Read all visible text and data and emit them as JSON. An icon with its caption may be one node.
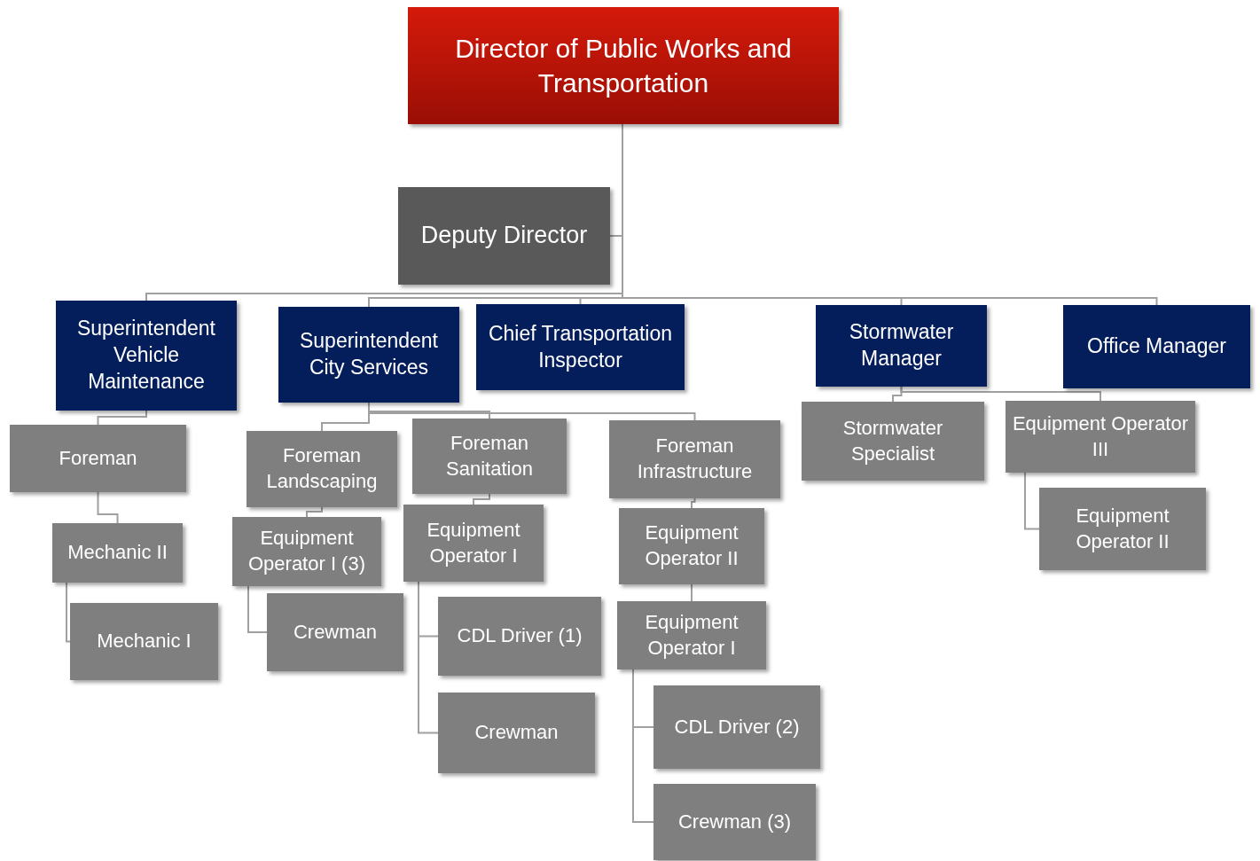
{
  "diagram": {
    "nodes": [
      {
        "text": [
          "Director of Public Works and Transportation"
        ]
      },
      {
        "text": [
          "Deputy Director"
        ]
      },
      {
        "text": [
          "Superintendent Vehicle Maintenance"
        ]
      },
      {
        "text": [
          "Superintendent City Services"
        ]
      },
      {
        "text": [
          "Chief Transportation Inspector"
        ]
      },
      {
        "text": [
          "Stormwater Manager"
        ]
      },
      {
        "text": [
          "Office Manager"
        ]
      },
      {
        "text": [
          "Foreman"
        ]
      },
      {
        "text": [
          "Mechanic II"
        ]
      },
      {
        "text": [
          "Mechanic I"
        ]
      },
      {
        "text": [
          "Foreman Landscaping"
        ]
      },
      {
        "text": [
          "Foreman Sanitation"
        ]
      },
      {
        "text": [
          "Foreman Infrastructure"
        ]
      },
      {
        "text": [
          "Equipment Operator I (3)"
        ]
      },
      {
        "text": [
          "Crewman"
        ]
      },
      {
        "text": [
          "Equipment Operator I"
        ]
      },
      {
        "text": [
          "CDL Driver (1)"
        ]
      },
      {
        "text": [
          "Crewman"
        ]
      },
      {
        "text": [
          "Equipment Operator II"
        ]
      },
      {
        "text": [
          "Equipment Operator I"
        ]
      },
      {
        "text": [
          "CDL Driver (2)"
        ]
      },
      {
        "text": [
          "Crewman (3)"
        ]
      },
      {
        "text": [
          "Stormwater Specialist"
        ]
      },
      {
        "text": [
          "Equipment Operator III"
        ]
      },
      {
        "text": [
          "Equipment Operator II"
        ]
      }
    ],
    "edges": [
      {
        "from": 0,
        "to": 1,
        "arrow": "none"
      },
      {
        "from": 0,
        "to": 2,
        "arrow": "none"
      },
      {
        "from": 0,
        "to": 3,
        "arrow": "none"
      },
      {
        "from": 0,
        "to": 4,
        "arrow": "none"
      },
      {
        "from": 0,
        "to": 5,
        "arrow": "none"
      },
      {
        "from": 0,
        "to": 6,
        "arrow": "none"
      },
      {
        "from": 2,
        "to": 7,
        "arrow": "none"
      },
      {
        "from": 7,
        "to": 8,
        "arrow": "none"
      },
      {
        "from": 8,
        "to": 9,
        "arrow": "none"
      },
      {
        "from": 3,
        "to": 10,
        "arrow": "none"
      },
      {
        "from": 3,
        "to": 11,
        "arrow": "none"
      },
      {
        "from": 3,
        "to": 12,
        "arrow": "none"
      },
      {
        "from": 10,
        "to": 13,
        "arrow": "none"
      },
      {
        "from": 13,
        "to": 14,
        "arrow": "none"
      },
      {
        "from": 11,
        "to": 15,
        "arrow": "none"
      },
      {
        "from": 15,
        "to": 16,
        "arrow": "none"
      },
      {
        "from": 15,
        "to": 17,
        "arrow": "none"
      },
      {
        "from": 12,
        "to": 18,
        "arrow": "none"
      },
      {
        "from": 18,
        "to": 19,
        "arrow": "none"
      },
      {
        "from": 19,
        "to": 20,
        "arrow": "none"
      },
      {
        "from": 19,
        "to": 21,
        "arrow": "none"
      },
      {
        "from": 5,
        "to": 22,
        "arrow": "none"
      },
      {
        "from": 5,
        "to": 23,
        "arrow": "none"
      },
      {
        "from": 23,
        "to": 24,
        "arrow": "none"
      }
    ]
  }
}
